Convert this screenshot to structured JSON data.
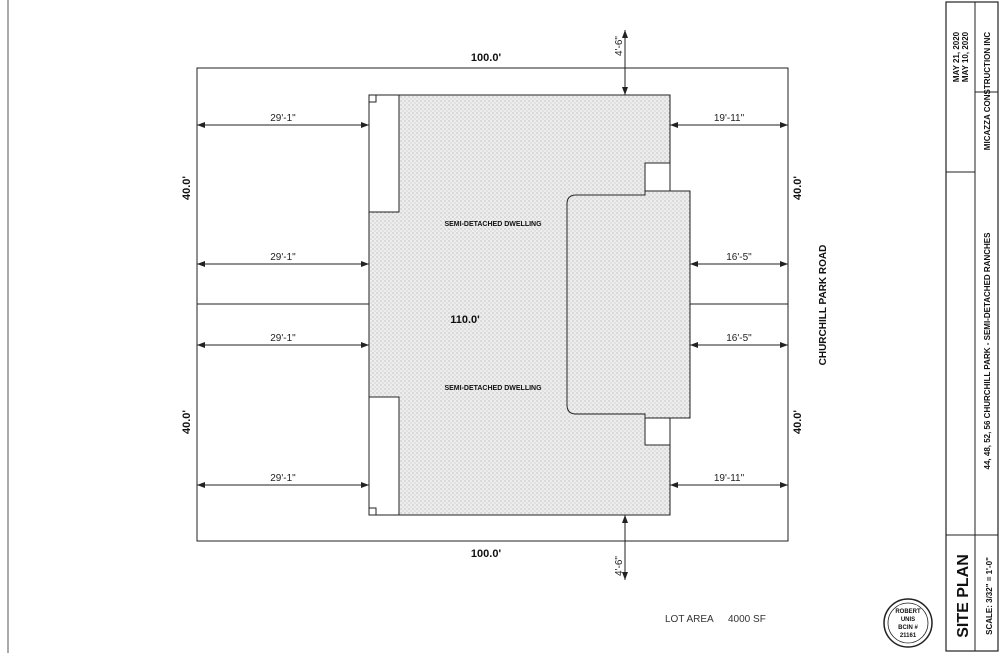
{
  "lot": {
    "top_width": "100.0'",
    "bottom_width": "100.0'",
    "left_upper_depth": "40.0'",
    "left_lower_depth": "40.0'",
    "right_upper_depth": "40.0'",
    "right_lower_depth": "40.0'",
    "centre_length": "110.0'"
  },
  "setbacks": {
    "front_top": "4'-6\"",
    "front_bottom": "4'-6\"",
    "left_1": "29'-1\"",
    "left_2": "29'-1\"",
    "left_3": "29'-1\"",
    "left_4": "29'-1\"",
    "right_top": "19'-11\"",
    "right_mid_upper": "16'-5\"",
    "right_mid_lower": "16'-5\"",
    "right_bottom": "19'-11\""
  },
  "dwellings": {
    "upper_label": "SEMI-DETACHED DWELLING",
    "lower_label": "SEMI-DETACHED DWELLING"
  },
  "street": "CHURCHILL PARK ROAD",
  "lot_area": {
    "label": "LOT AREA",
    "value": "4000 SF"
  },
  "stamp": {
    "line1": "ROBERT",
    "line2": "UNIS",
    "line3": "BCIN #",
    "line4": "21161"
  },
  "title_block": {
    "title": "SITE PLAN",
    "scale": "SCALE: 3/32\" = 1'-0\"",
    "project": "44, 48, 52, 56 CHURCHILL PARK - SEMI-DETACHED RANCHES",
    "company": "MICAZZA CONSTRUCTION INC",
    "date_1": "MAY 21, 2020",
    "date_2": "MAY 10, 2020"
  },
  "colors": {
    "line": "#222222",
    "building_fill": "#e6e6e6",
    "dot": "#9a9a9a"
  }
}
